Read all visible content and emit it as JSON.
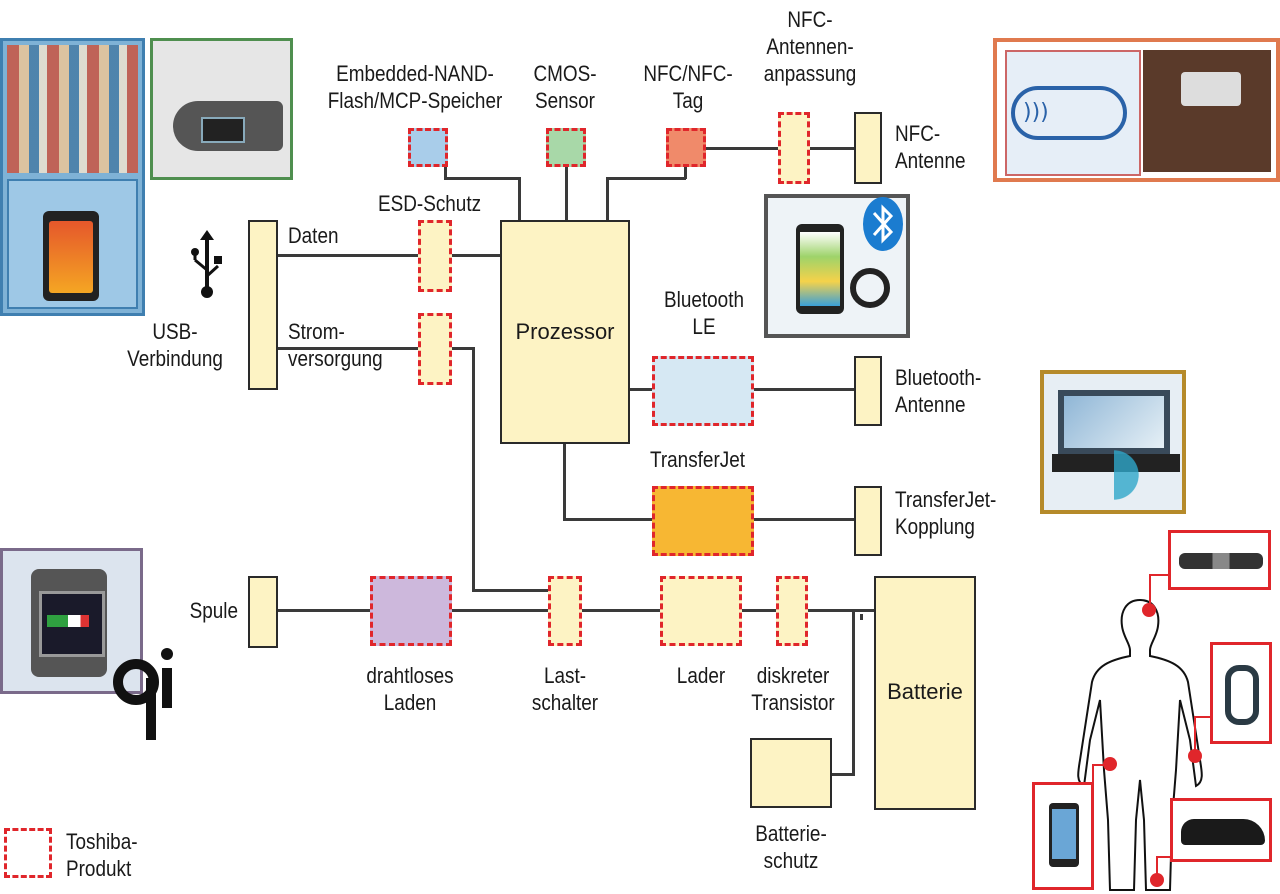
{
  "labels": {
    "nand": [
      "Embedded-NAND-",
      "Flash/MCP-Speicher"
    ],
    "cmos": [
      "CMOS-",
      "Sensor"
    ],
    "nfc_tag": [
      "NFC/NFC-",
      "Tag"
    ],
    "nfc_match": [
      "NFC-",
      "Antennen-",
      "anpassung"
    ],
    "nfc_antenna": [
      "NFC-",
      "Antenne"
    ],
    "esd": "ESD-Schutz",
    "daten": "Daten",
    "strom": [
      "Strom-",
      "versorgung"
    ],
    "usb": [
      "USB-",
      "Verbindung"
    ],
    "processor": "Prozessor",
    "ble": [
      "Bluetooth",
      "LE"
    ],
    "bt_antenna": [
      "Bluetooth-",
      "Antenne"
    ],
    "transferjet": "TransferJet",
    "tj_coupling": [
      "TransferJet-",
      "Kopplung"
    ],
    "spule": "Spule",
    "wireless_charging": [
      "drahtloses",
      "Laden"
    ],
    "load_switch": [
      "Last-",
      "schalter"
    ],
    "charger": "Lader",
    "discrete_transistor": [
      "diskreter",
      "Transistor"
    ],
    "battery": "Batterie",
    "battery_protection": [
      "Batterie-",
      "schutz"
    ],
    "legend": [
      "Toshiba-",
      "Produkt"
    ]
  },
  "icons": {
    "usb": "usb-icon",
    "bluetooth": "bluetooth-icon",
    "qi": "qi-icon"
  },
  "colors": {
    "block_fill": "#fdf3c4",
    "toshiba_dash": "#e0262b",
    "nand_fill": "#a9cdea",
    "cmos_fill": "#a8d8a8",
    "nfc_tag_fill": "#f08a6a",
    "ble_fill": "#d6e8f3",
    "transferjet_fill": "#f7b733",
    "wireless_fill": "#cdb8dc"
  }
}
